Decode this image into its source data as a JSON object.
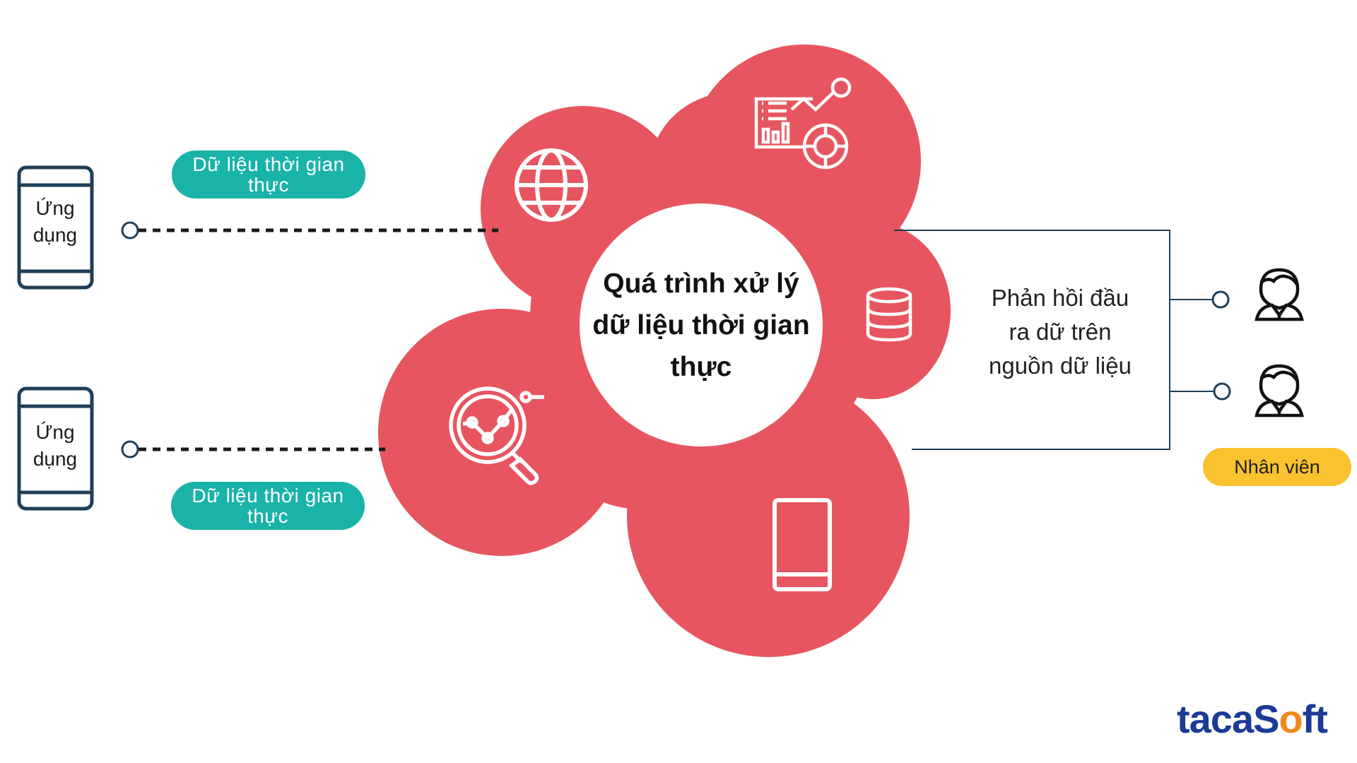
{
  "center": {
    "title_line1": "Quá trình xử lý",
    "title_line2": "dữ liệu thời gian",
    "title_line3": "thực"
  },
  "left": {
    "apps": [
      {
        "line1": "Ứng",
        "line2": "dụng"
      },
      {
        "line1": "Ứng",
        "line2": "dụng"
      }
    ],
    "pills": [
      {
        "line1": "Dữ liệu thời gian",
        "line2": "thực"
      },
      {
        "line1": "Dữ liệu thời gian",
        "line2": "thực"
      }
    ]
  },
  "right": {
    "feedback_line1": "Phản hồi đầu",
    "feedback_line2": "ra dữ trên",
    "feedback_line3": "nguồn dữ liệu",
    "staff_label": "Nhân viên"
  },
  "icons": [
    "globe-icon",
    "dashboard-icon",
    "database-icon",
    "analytics-search-icon",
    "tablet-icon",
    "phone-icon",
    "user-icon"
  ],
  "colors": {
    "blob": "#e75560",
    "pill": "#19b3a9",
    "staff_badge": "#f9c22e",
    "line": "#1f3f58",
    "logo_blue": "#1c3a96",
    "logo_orange": "#f08a1c"
  },
  "logo": {
    "text_before": "tacaS",
    "o_mark": "o",
    "text_after": "ft"
  }
}
